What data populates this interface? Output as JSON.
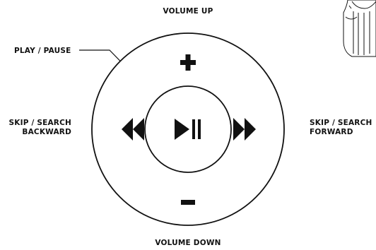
{
  "labels": {
    "volume_up": "VOLUME UP",
    "play_pause": "PLAY / PAUSE",
    "skip_backward_line1": "SKIP / SEARCH",
    "skip_backward_line2": "BACKWARD",
    "skip_forward_line1": "SKIP / SEARCH",
    "skip_forward_line2": "FORWARD",
    "volume_down": "VOLUME DOWN"
  },
  "icons": {
    "plus": "plus-icon",
    "minus": "minus-icon",
    "rewind": "rewind-icon",
    "fast_forward": "fast-forward-icon",
    "play_pause": "play-pause-icon",
    "figure": "person-figure"
  },
  "colors": {
    "ink": "#111111",
    "background": "#ffffff"
  }
}
